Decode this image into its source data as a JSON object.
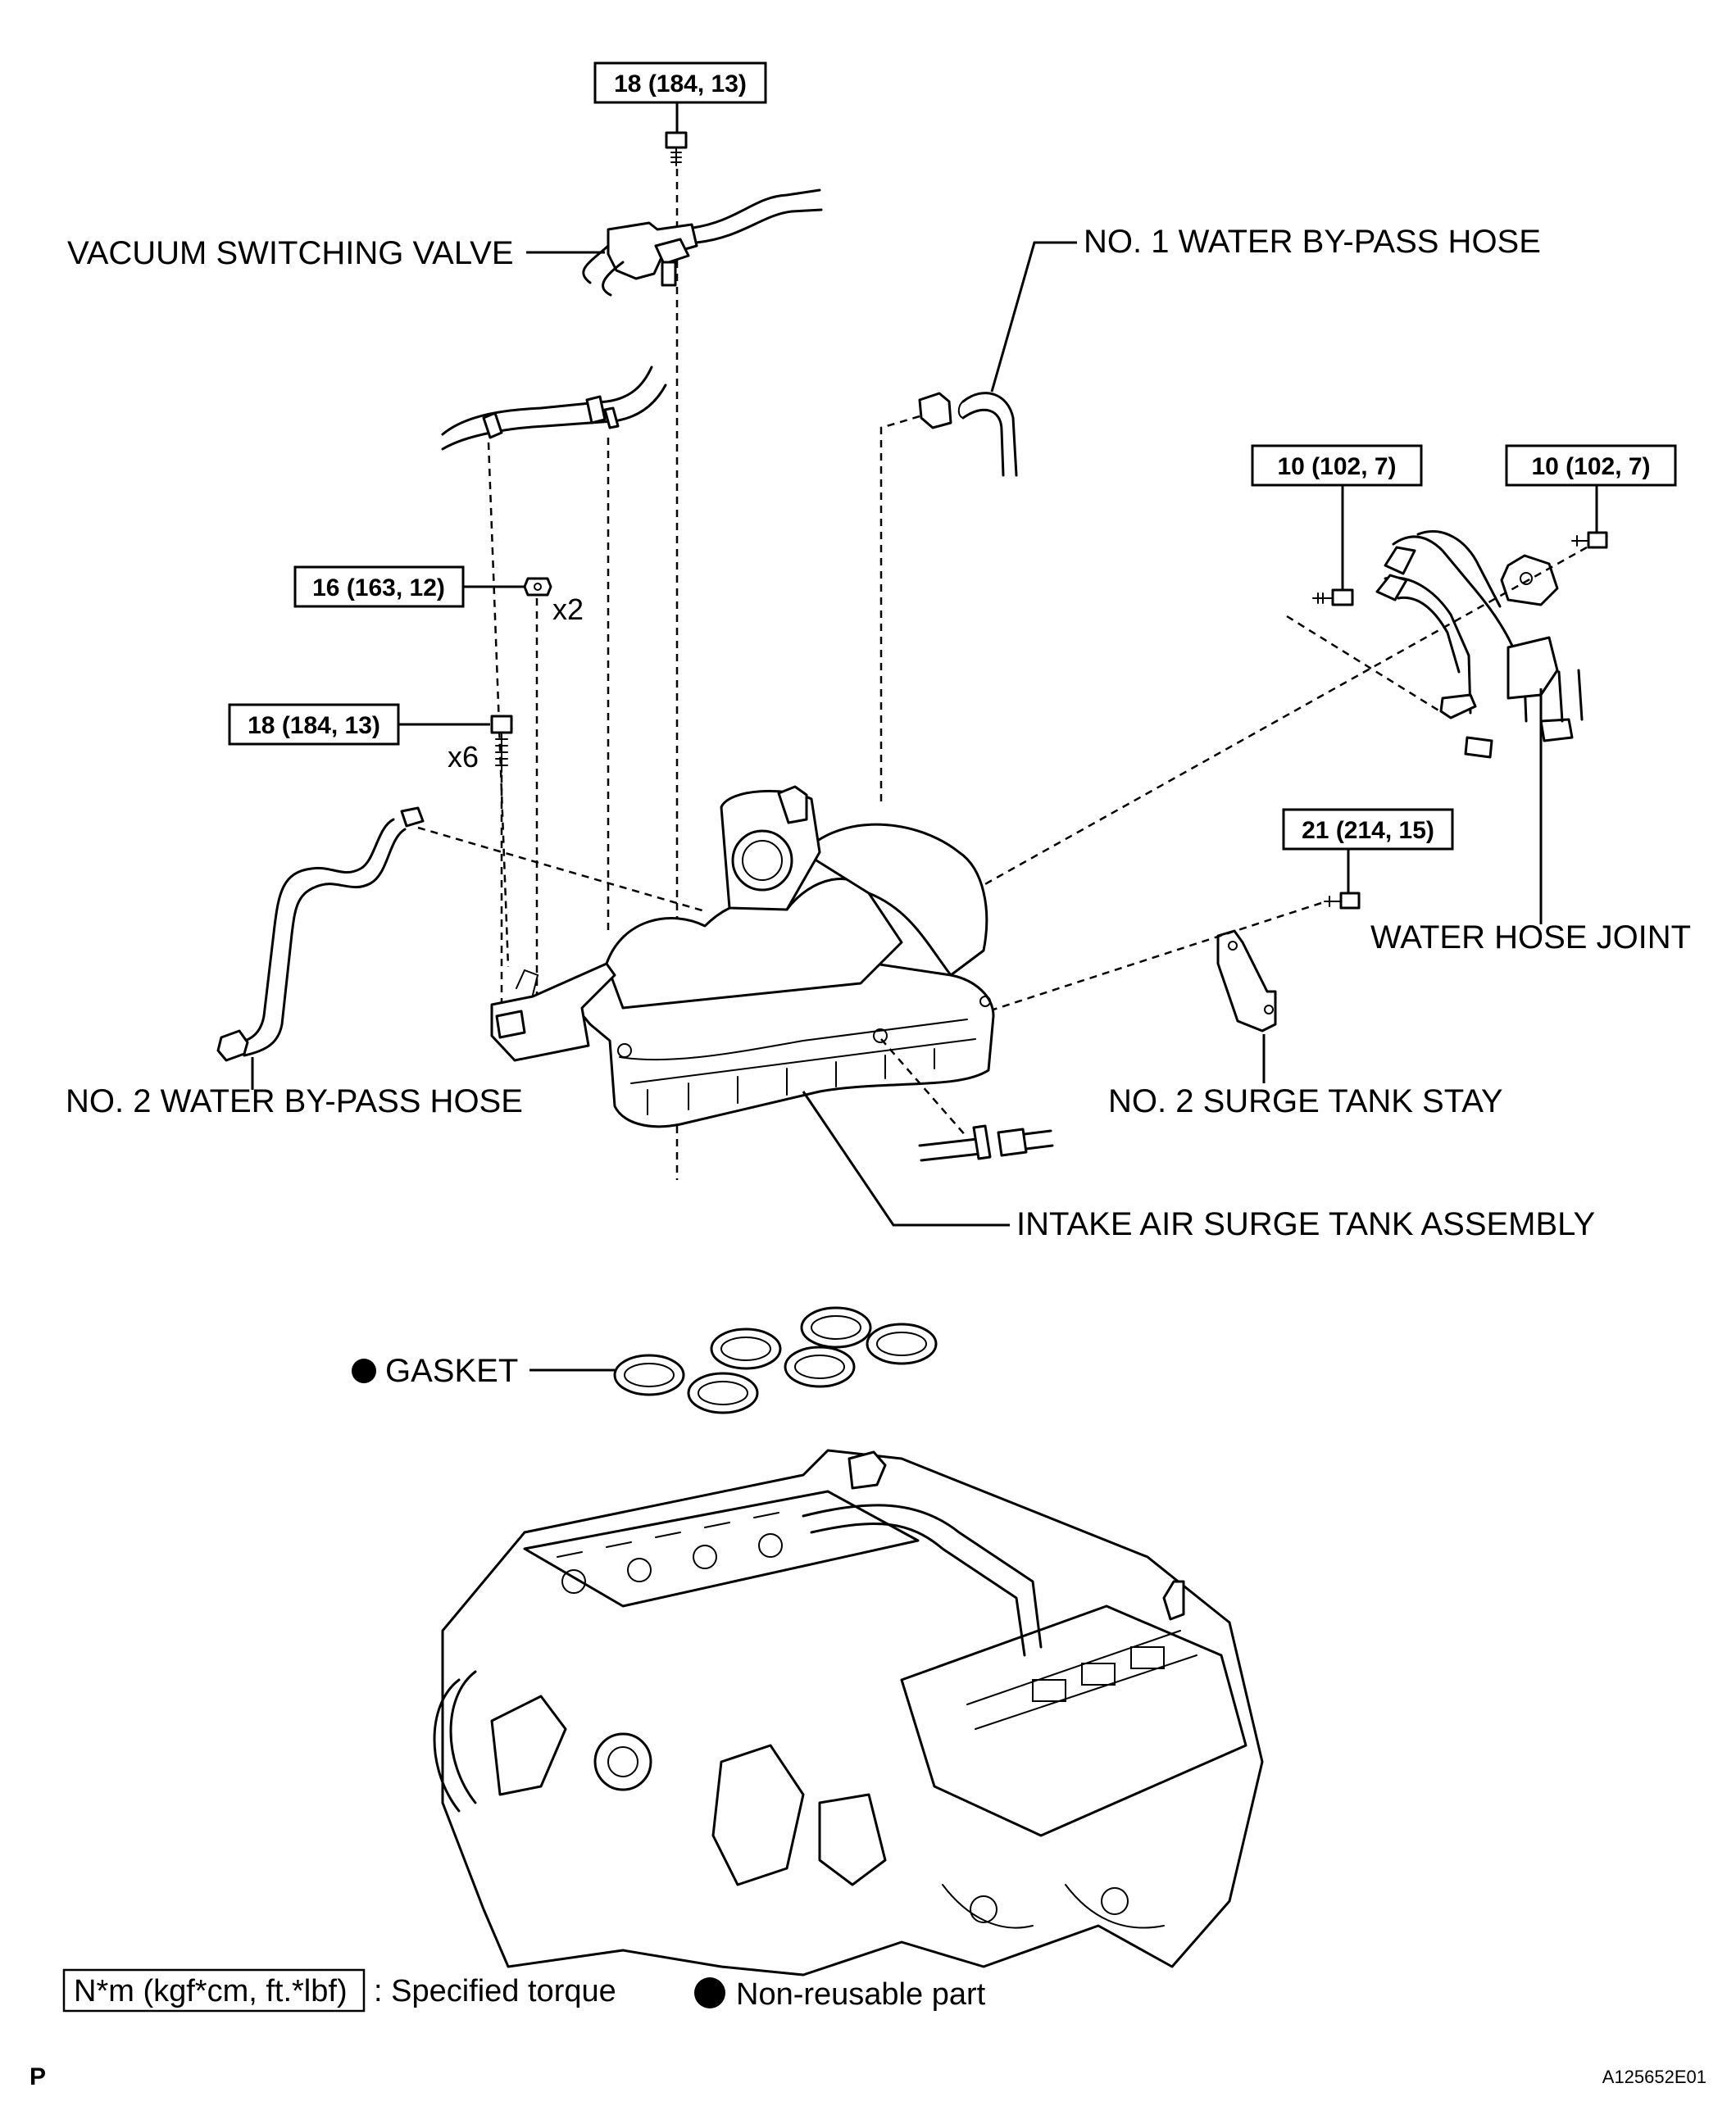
{
  "labels": {
    "vacuum_switching_valve": "VACUUM SWITCHING VALVE",
    "no1_water_bypass_hose": "NO. 1 WATER BY-PASS HOSE",
    "no2_water_bypass_hose": "NO. 2 WATER BY-PASS HOSE",
    "water_hose_joint": "WATER HOSE JOINT",
    "no2_surge_tank_stay": "NO. 2 SURGE TANK STAY",
    "intake_air_surge_tank_assembly": "INTAKE AIR SURGE TANK ASSEMBLY",
    "gasket": "GASKET"
  },
  "torques": {
    "vsv_bolt": "18 (184, 13)",
    "surge_nut": "16 (163, 12)",
    "surge_bolt": "18 (184, 13)",
    "joint_bolt_left": "10 (102, 7)",
    "joint_bolt_right": "10 (102, 7)",
    "stay_bolt": "21 (214, 15)"
  },
  "quantities": {
    "nuts": "x2",
    "bolts": "x6"
  },
  "legend": {
    "torque_units": "N*m (kgf*cm, ft.*lbf)",
    "torque_desc": ": Specified torque",
    "nonreusable": "Non-reusable part"
  },
  "corner": {
    "page_code": "P",
    "figure_id": "A125652E01"
  }
}
